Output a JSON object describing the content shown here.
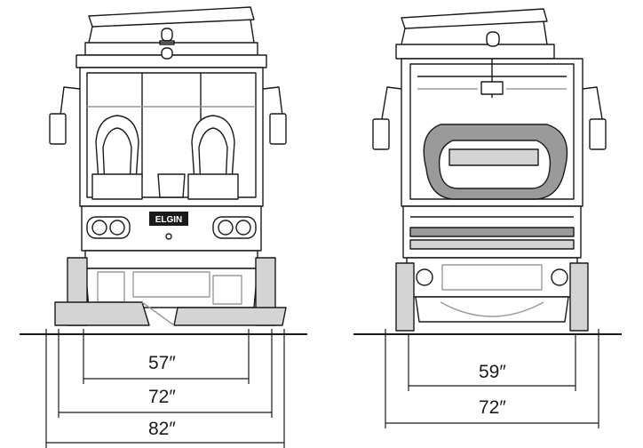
{
  "views": {
    "front": {
      "logo_text": "ELGIN",
      "dimensions": [
        "57″",
        "72″",
        "82″"
      ]
    },
    "rear": {
      "dimensions": [
        "59″",
        "72″"
      ]
    }
  },
  "colors": {
    "line": "#1a1a1a",
    "shade": "#9a9a9a",
    "light": "#d4d4d4"
  }
}
